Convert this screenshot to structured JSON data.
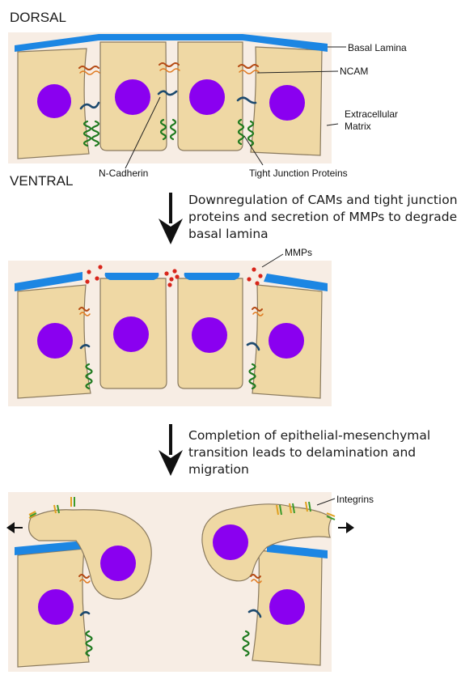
{
  "labels": {
    "dorsal": "DORSAL",
    "ventral": "VENTRAL",
    "basal_lamina": "Basal Lamina",
    "ncam": "NCAM",
    "extracellular_line1": "Extracellular",
    "extracellular_line2": "Matrix",
    "n_cadherin": "N-Cadherin",
    "tight_junction": "Tight Junction Proteins",
    "mmps": "MMPs",
    "integrins": "Integrins"
  },
  "captions": {
    "step1": [
      "Downregulation of CAMs and tight junction",
      "proteins and secretion of MMPs to degrade",
      "basal lamina"
    ],
    "step2": [
      "Completion of epithelial-mesenchymal",
      "transition leads to delamination and",
      "migration"
    ]
  },
  "colors": {
    "cell": "#efd8a4",
    "nucleus": "#8a00f0",
    "basal_lamina": "#1c86e3",
    "ncam": "#b54a14",
    "n_cadherin": "#1d4a6e",
    "tight_junction": "#1f7a1f",
    "mmp": "#d8251a",
    "integrin_a": "#e0a020",
    "integrin_b": "#3a9a2a"
  },
  "icons": {
    "process_arrow": "down-arrow",
    "migration_left": "left-arrow",
    "migration_right": "right-arrow"
  }
}
